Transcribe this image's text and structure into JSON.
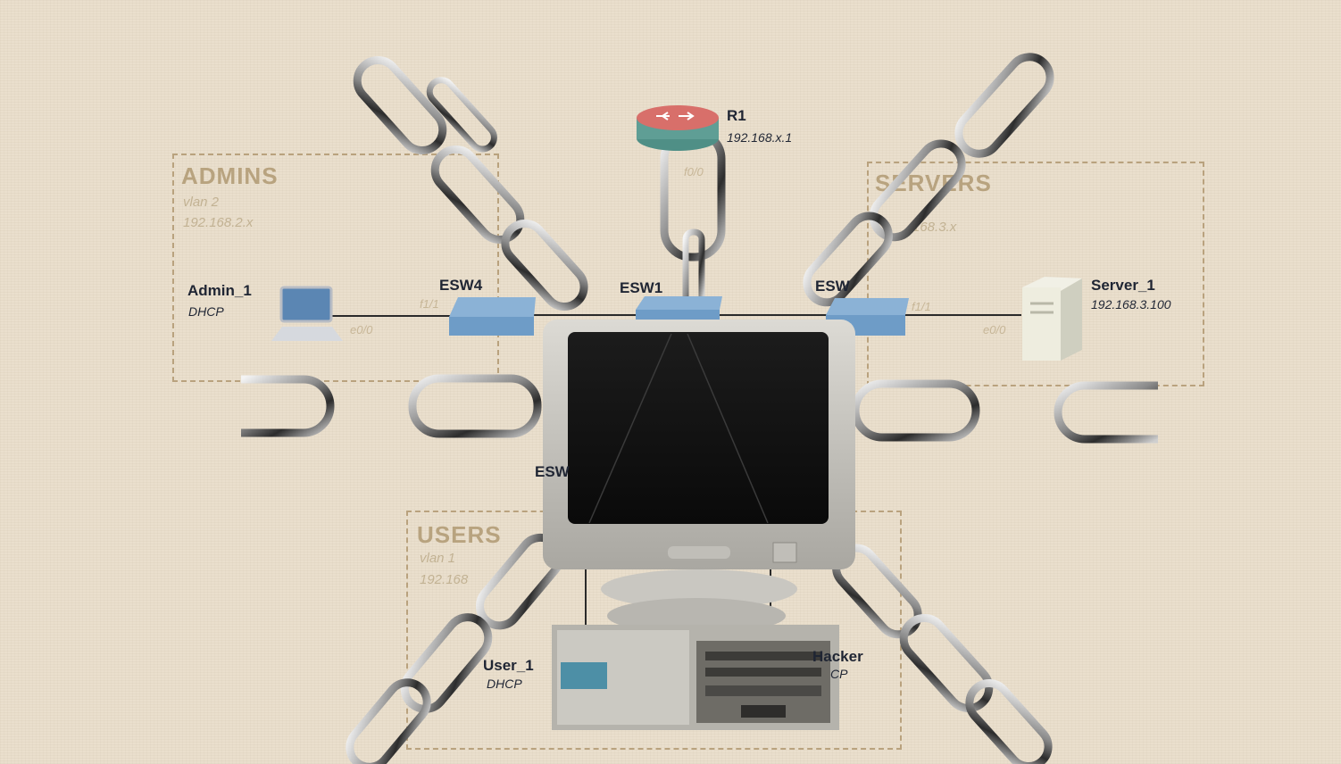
{
  "zones": {
    "admins": {
      "title": "ADMINS",
      "vlan": "vlan 2",
      "subnet": "192.168.2.x"
    },
    "servers": {
      "title": "SERVERS",
      "subnet": "168.3.x"
    },
    "users": {
      "title": "USERS",
      "vlan": "vlan 1",
      "subnet": "192.168"
    }
  },
  "devices": {
    "router": {
      "name": "R1",
      "ip": "192.168.x.1",
      "port": "f0/0"
    },
    "esw4": {
      "name": "ESW4",
      "port": "f1/1"
    },
    "esw1": {
      "name": "ESW1"
    },
    "esw_right": {
      "name": "ESW",
      "port": "f1/1"
    },
    "esw_low": {
      "name": "ESW"
    },
    "admin": {
      "name": "Admin_1",
      "addr": "DHCP",
      "port": "e0/0"
    },
    "server": {
      "name": "Server_1",
      "ip": "192.168.3.100",
      "port": "e0/0"
    },
    "user": {
      "name": "User_1",
      "addr": "DHCP"
    },
    "hacker": {
      "name": "Hacker",
      "addr": "CP"
    }
  },
  "colors": {
    "background": "#eadfcd",
    "zone_border": "#b9a27e",
    "switch": "#6e9cc7",
    "router": "#d96a6a"
  }
}
